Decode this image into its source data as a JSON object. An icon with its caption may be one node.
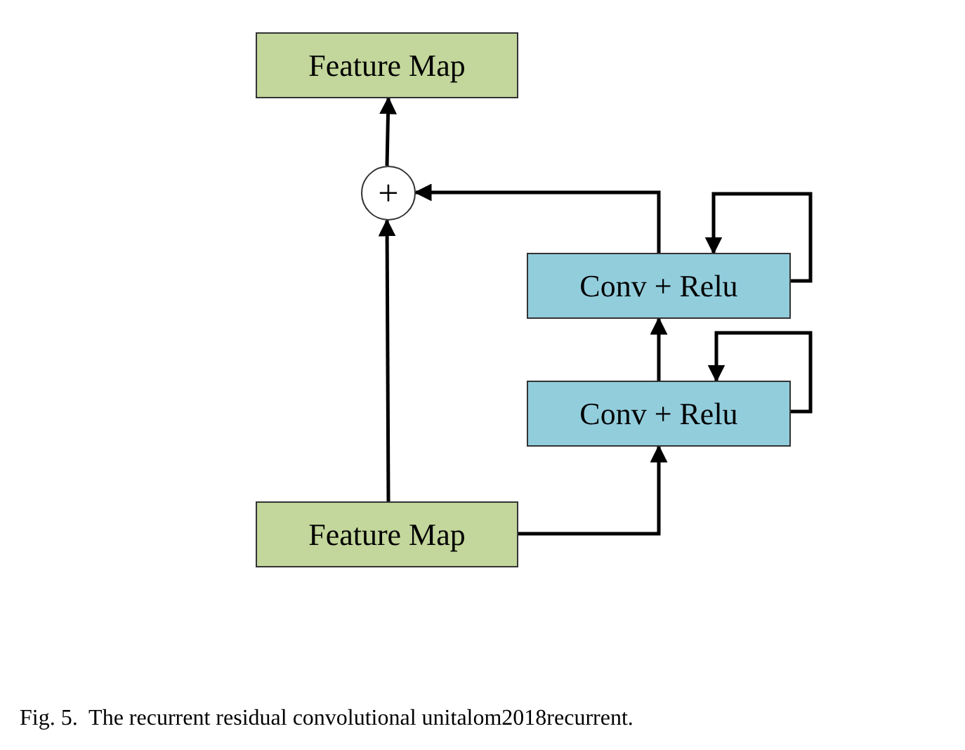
{
  "diagram": {
    "caption": "Fig. 5.  The recurrent residual convolutional unitalom2018recurrent.",
    "nodes": [
      {
        "text": [
          "Feature Map"
        ]
      },
      {
        "text": [
          "+"
        ]
      },
      {
        "text": [
          "Conv + Relu"
        ]
      },
      {
        "text": [
          "Conv + Relu"
        ]
      },
      {
        "text": [
          "Feature Map"
        ]
      }
    ],
    "edges": [
      {
        "from": 4,
        "to": 1,
        "arrow": "to"
      },
      {
        "from": 1,
        "to": 0,
        "arrow": "to"
      },
      {
        "from": 4,
        "to": 3,
        "arrow": "to"
      },
      {
        "from": 3,
        "to": 2,
        "arrow": "to"
      },
      {
        "from": 2,
        "to": 1,
        "arrow": "to"
      },
      {
        "from": 2,
        "to": 2,
        "arrow": "to"
      },
      {
        "from": 3,
        "to": 3,
        "arrow": "to"
      }
    ]
  }
}
